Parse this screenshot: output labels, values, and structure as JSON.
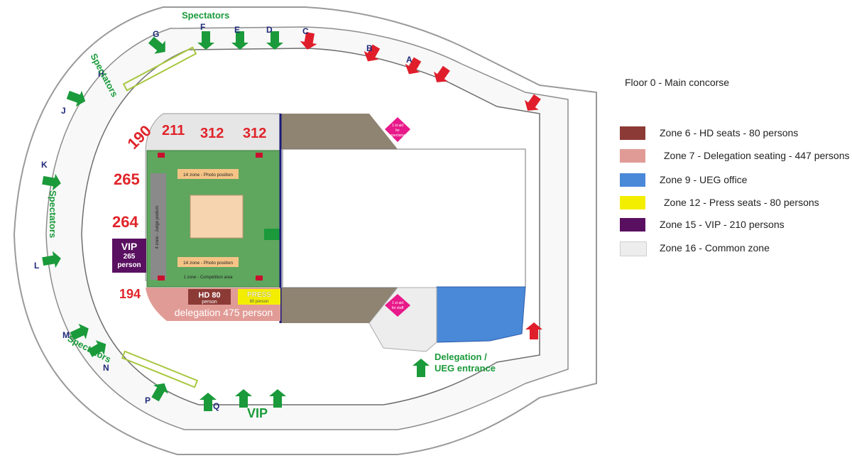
{
  "legend": {
    "title": "Floor 0 - Main concorse",
    "items": [
      {
        "label": "Zone 6 - HD seats - 80 persons",
        "color": "#8c3a36"
      },
      {
        "label": "Zone 7  - Delegation seating - 447 persons",
        "color": "#e19b96"
      },
      {
        "label": "Zone 9  - UEG office",
        "color": "#4a88d8"
      },
      {
        "label": "Zone 12 - Press seats - 80 persons",
        "color": "#f3ee00"
      },
      {
        "label": "Zone 15  - VIP - 210 persons",
        "color": "#5a1060"
      },
      {
        "label": "Zone 16  - Common zone",
        "color": "#ededed"
      }
    ]
  },
  "map": {
    "spectator_labels": [
      "Spectators",
      "Spectators",
      "Spectators",
      "Spectators"
    ],
    "entrances": [
      "A",
      "B",
      "C",
      "D",
      "E",
      "F",
      "G",
      "H",
      "J",
      "K",
      "L",
      "M",
      "N",
      "P",
      "Q"
    ],
    "section_numbers": [
      "190",
      "211",
      "312",
      "312",
      "265",
      "264",
      "194"
    ],
    "vip_box": {
      "title": "VIP",
      "line1": "265",
      "line2": "person"
    },
    "hd_box": {
      "title": "HD 80",
      "sub": "person"
    },
    "press_box": {
      "title": "PRESS",
      "sub": "80 person"
    },
    "delegation_label": "delegation 475 person",
    "photo_position_label": "14 zone - Photo position",
    "judge_label": "4 zone - Judge podium",
    "competition_label": "1 zone - Competition area",
    "first_aid_spectator": [
      "1 st aid",
      "for",
      "spectator"
    ],
    "first_aid_staff": [
      "1 st aid",
      "for staff"
    ],
    "delegation_entrance": [
      "Delegation /",
      "UEG entrance"
    ],
    "vip_entrance": "VIP",
    "colors": {
      "green_arrow": "#1a9a3a",
      "red_arrow": "#e01e2b",
      "section_red": "#e0242a",
      "letter_blue": "#1f2a7a"
    }
  }
}
